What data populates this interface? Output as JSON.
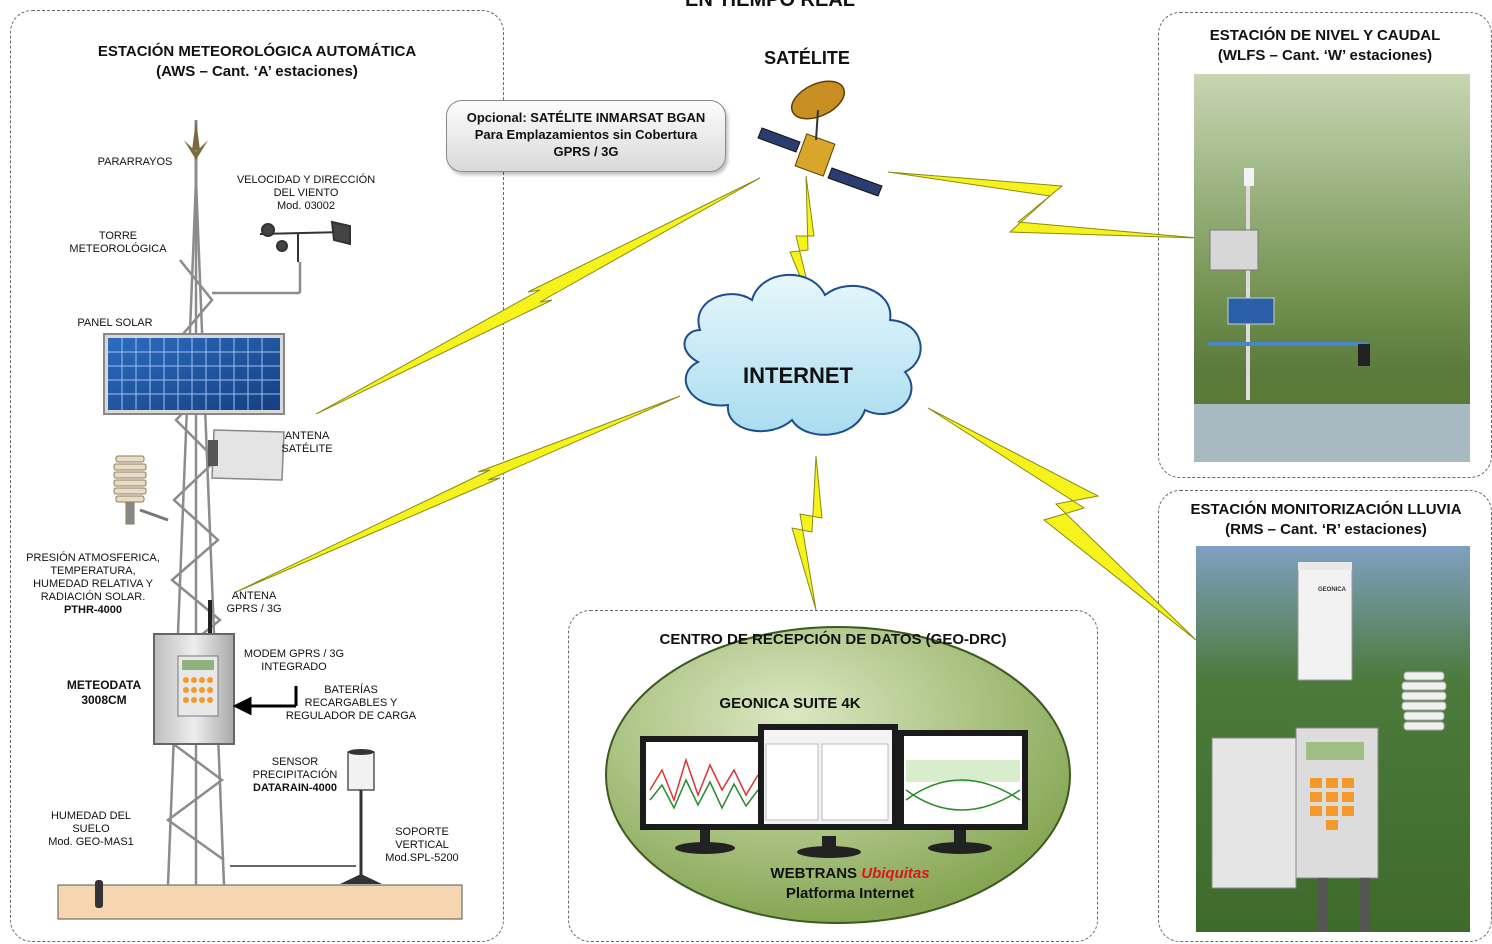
{
  "title_partial": "EN TIEMPO REAL",
  "aws": {
    "heading_1": "ESTACIÓN METEOROLÓGICA AUTOMÁTICA",
    "heading_2": "(AWS – Cant. ‘A’ estaciones)",
    "labels": {
      "pararrayos": "PARARRAYOS",
      "viento_1": "VELOCIDAD Y DIRECCIÓN",
      "viento_2": "DEL VIENTO",
      "viento_3": "Mod. 03002",
      "torre_1": "TORRE",
      "torre_2": "METEOROLÓGICA",
      "panel": "PANEL SOLAR",
      "antena_sat_1": "ANTENA",
      "antena_sat_2": "SATÉLITE",
      "pthr_1": "PRESIÓN ATMOSFERICA,",
      "pthr_2": "TEMPERATURA,",
      "pthr_3": "HUMEDAD RELATIVA Y",
      "pthr_4": "RADIACIÓN SOLAR.",
      "pthr_5": "PTHR-4000",
      "antena_gprs_1": "ANTENA",
      "antena_gprs_2": "GPRS / 3G",
      "modem_1": "MODEM GPRS / 3G",
      "modem_2": "INTEGRADO",
      "meteodata_1": "METEODATA",
      "meteodata_2": "3008CM",
      "baterias_1": "BATERÍAS",
      "baterias_2": "RECARGABLES Y",
      "baterias_3": "REGULADOR DE CARGA",
      "sensor_1": "SENSOR",
      "sensor_2": "PRECIPITACIÓN",
      "sensor_3": "DATARAIN-4000",
      "humedad_1": "HUMEDAD DEL",
      "humedad_2": "SUELO",
      "humedad_3": "Mod. GEO-MAS1",
      "soporte_1": "SOPORTE",
      "soporte_2": "VERTICAL",
      "soporte_3": "Mod.SPL-5200"
    }
  },
  "satellite": {
    "label": "SATÉLITE",
    "callout_1": "Opcional: SATÉLITE INMARSAT BGAN",
    "callout_2": "Para Emplazamientos sin Cobertura",
    "callout_3": "GPRS / 3G"
  },
  "internet": {
    "label": "INTERNET"
  },
  "drc": {
    "heading": "CENTRO DE RECEPCIÓN DE DATOS (GEO-DRC)",
    "suite": "GEONICA SUITE 4K",
    "webtrans": "WEBTRANS",
    "ubiquitas": "Ubiquitas",
    "platform": "Platforma Internet"
  },
  "wlfs": {
    "heading_1": "ESTACIÓN DE NIVEL Y CAUDAL",
    "heading_2": "(WLFS – Cant. ‘W’ estaciones)"
  },
  "rms": {
    "heading_1": "ESTACIÓN MONITORIZACIÓN LLUVIA",
    "heading_2": "(RMS – Cant. ‘R’ estaciones)",
    "brand": "GEONICA"
  },
  "colors": {
    "lightning": "#f6f31c",
    "lightning_edge": "#8a8a10",
    "cloud": "#c9ecf7",
    "ellipse": "#9bb86a",
    "solar": "#1f5aa8"
  }
}
